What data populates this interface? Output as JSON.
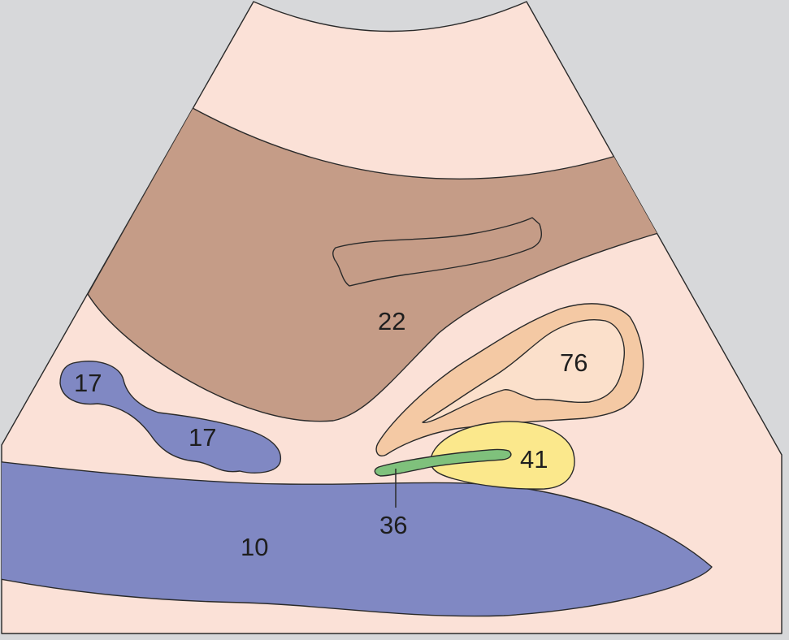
{
  "colors": {
    "background": "#d7d8da",
    "tissue": "#fbe1d7",
    "liver": "#c59c87",
    "vessel": "#8088c3",
    "organ_rim": "#f4c9a4",
    "organ_core": "#fbe0cb",
    "gland": "#fbe88c",
    "duct": "#7fc17c",
    "outline": "#2a2a2a"
  },
  "labels": {
    "liver": "22",
    "vein_upper": "17",
    "vein_lower": "17",
    "lesion": "76",
    "gland": "41",
    "duct": "36",
    "large_vessel": "10"
  }
}
